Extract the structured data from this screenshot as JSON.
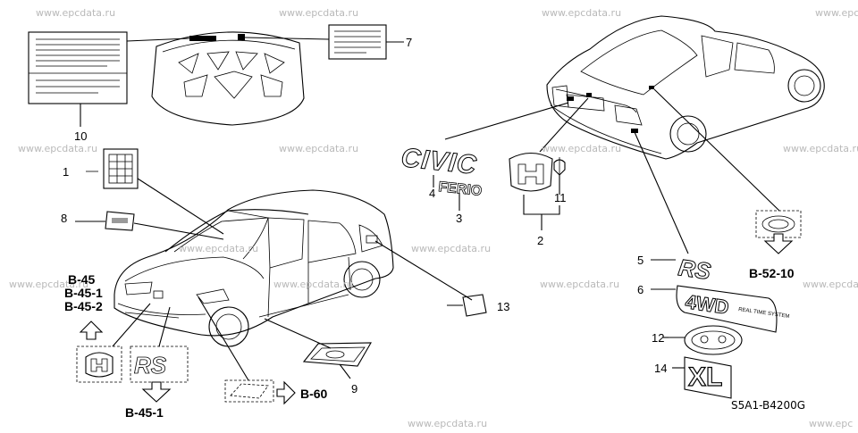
{
  "watermarks": [
    "www.epcdata.ru",
    "www.epcdata.ru",
    "www.epcdata.ru",
    "www.epcdata.ru",
    "www.epc",
    "www.epcdata.ru",
    "www.epcdata.ru",
    "www.epcdata.ru",
    "www.epcdata.ru",
    "www.epcdata.ru",
    "www.epcdata.ru",
    "www.epcdata.ru",
    "www.epcdata.ru",
    "www.epcdata.ru",
    "www.epcdata.ru",
    "www.epc"
  ],
  "part_numbers": [
    "1",
    "2",
    "3",
    "4",
    "5",
    "6",
    "7",
    "8",
    "9",
    "10",
    "11",
    "12",
    "13",
    "14"
  ],
  "references": {
    "b45": "B-45",
    "b45_1": "B-45-1",
    "b45_2": "B-45-2",
    "b45_1_bottom": "B-45-1",
    "b60": "B-60",
    "b52_10": "B-52-10"
  },
  "badge_text": {
    "civic": "CIVIC",
    "ferio": "FERIO",
    "rs": "RS",
    "fourwd": "4WD",
    "realtime": "REAL TIME SYSTEM",
    "xl": "XL"
  },
  "diagram_code": "S5A1-B4200G"
}
